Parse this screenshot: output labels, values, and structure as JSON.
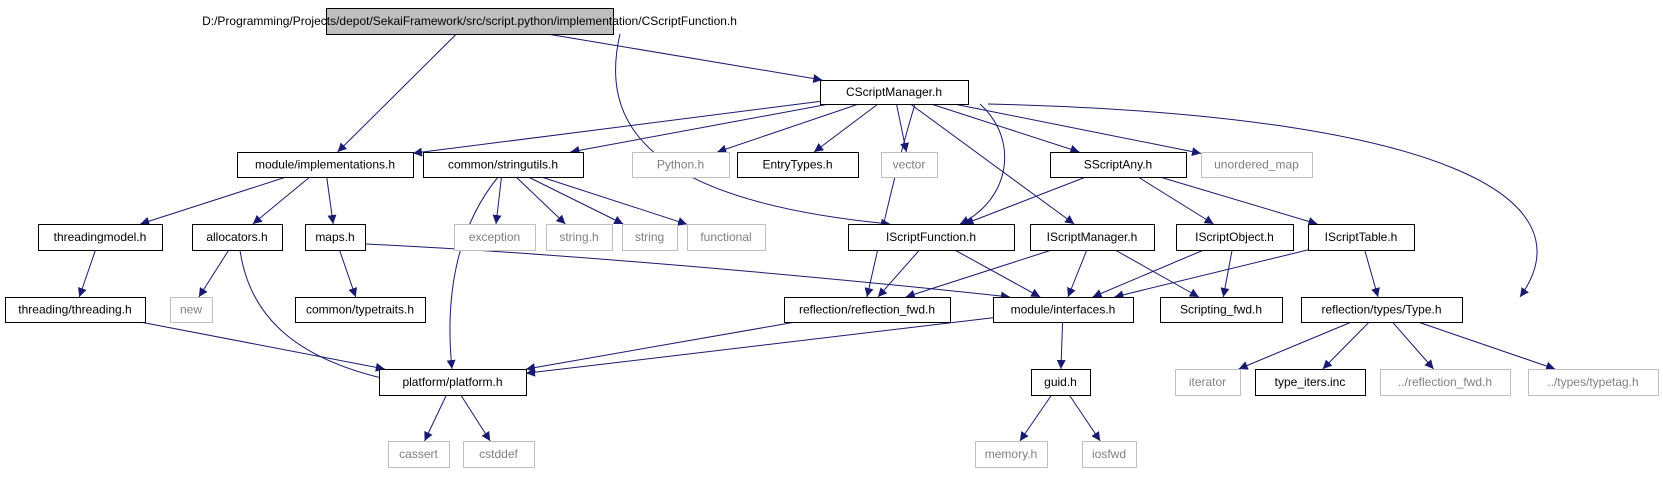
{
  "colors": {
    "edge": "#191970",
    "root_fill": "#bfbfbf",
    "local_border": "#000000",
    "external_border": "#bfbfbf",
    "external_text": "#808080"
  },
  "nodes": [
    {
      "id": "root",
      "label": "D:/Programming/Projects/depot/SekaiFramework/src/script.python/implementation/CScriptFunction.h",
      "kind": "root"
    },
    {
      "id": "cscriptmanager",
      "label": "CScriptManager.h",
      "kind": "local"
    },
    {
      "id": "module_impl",
      "label": "module/implementations.h",
      "kind": "local"
    },
    {
      "id": "stringutils",
      "label": "common/stringutils.h",
      "kind": "local"
    },
    {
      "id": "python",
      "label": "Python.h",
      "kind": "external"
    },
    {
      "id": "entrytypes",
      "label": "EntryTypes.h",
      "kind": "local"
    },
    {
      "id": "vector",
      "label": "vector",
      "kind": "external"
    },
    {
      "id": "sscriptany",
      "label": "SScriptAny.h",
      "kind": "local"
    },
    {
      "id": "unordered_map",
      "label": "unordered_map",
      "kind": "external"
    },
    {
      "id": "threadingmodel",
      "label": "threadingmodel.h",
      "kind": "local"
    },
    {
      "id": "allocators",
      "label": "allocators.h",
      "kind": "local"
    },
    {
      "id": "maps",
      "label": "maps.h",
      "kind": "local"
    },
    {
      "id": "exception",
      "label": "exception",
      "kind": "external"
    },
    {
      "id": "string_h",
      "label": "string.h",
      "kind": "external"
    },
    {
      "id": "string",
      "label": "string",
      "kind": "external"
    },
    {
      "id": "functional",
      "label": "functional",
      "kind": "external"
    },
    {
      "id": "iscriptfunction",
      "label": "IScriptFunction.h",
      "kind": "local"
    },
    {
      "id": "iscriptmanager",
      "label": "IScriptManager.h",
      "kind": "local"
    },
    {
      "id": "iscriptobject",
      "label": "IScriptObject.h",
      "kind": "local"
    },
    {
      "id": "iscripttable",
      "label": "IScriptTable.h",
      "kind": "local"
    },
    {
      "id": "threading",
      "label": "threading/threading.h",
      "kind": "local"
    },
    {
      "id": "new",
      "label": "new",
      "kind": "external"
    },
    {
      "id": "typetraits",
      "label": "common/typetraits.h",
      "kind": "local"
    },
    {
      "id": "reflection_fwd",
      "label": "reflection/reflection_fwd.h",
      "kind": "local"
    },
    {
      "id": "interfaces",
      "label": "module/interfaces.h",
      "kind": "local"
    },
    {
      "id": "scripting_fwd",
      "label": "Scripting_fwd.h",
      "kind": "local"
    },
    {
      "id": "type_h",
      "label": "reflection/types/Type.h",
      "kind": "local"
    },
    {
      "id": "platform",
      "label": "platform/platform.h",
      "kind": "local"
    },
    {
      "id": "guid",
      "label": "guid.h",
      "kind": "local"
    },
    {
      "id": "iterator",
      "label": "iterator",
      "kind": "external"
    },
    {
      "id": "type_iters",
      "label": "type_iters.inc",
      "kind": "local"
    },
    {
      "id": "rel_reflection_fwd",
      "label": "../reflection_fwd.h",
      "kind": "external"
    },
    {
      "id": "typetag",
      "label": "../types/typetag.h",
      "kind": "external"
    },
    {
      "id": "cassert",
      "label": "cassert",
      "kind": "external"
    },
    {
      "id": "cstddef",
      "label": "cstddef",
      "kind": "external"
    },
    {
      "id": "memory_h",
      "label": "memory.h",
      "kind": "external"
    },
    {
      "id": "iosfwd",
      "label": "iosfwd",
      "kind": "external"
    }
  ],
  "edges": [
    [
      "root",
      "module_impl"
    ],
    [
      "root",
      "cscriptmanager"
    ],
    [
      "root",
      "iscriptfunction"
    ],
    [
      "cscriptmanager",
      "module_impl"
    ],
    [
      "cscriptmanager",
      "stringutils"
    ],
    [
      "cscriptmanager",
      "python"
    ],
    [
      "cscriptmanager",
      "entrytypes"
    ],
    [
      "cscriptmanager",
      "vector"
    ],
    [
      "cscriptmanager",
      "sscriptany"
    ],
    [
      "cscriptmanager",
      "unordered_map"
    ],
    [
      "cscriptmanager",
      "iscriptfunction"
    ],
    [
      "cscriptmanager",
      "iscriptmanager"
    ],
    [
      "cscriptmanager",
      "reflection_fwd"
    ],
    [
      "cscriptmanager",
      "type_h"
    ],
    [
      "module_impl",
      "threadingmodel"
    ],
    [
      "module_impl",
      "allocators"
    ],
    [
      "module_impl",
      "maps"
    ],
    [
      "stringutils",
      "exception"
    ],
    [
      "stringutils",
      "string_h"
    ],
    [
      "stringutils",
      "string"
    ],
    [
      "stringutils",
      "functional"
    ],
    [
      "stringutils",
      "platform"
    ],
    [
      "sscriptany",
      "iscriptfunction"
    ],
    [
      "sscriptany",
      "iscriptobject"
    ],
    [
      "sscriptany",
      "iscripttable"
    ],
    [
      "threadingmodel",
      "threading"
    ],
    [
      "threading",
      "platform"
    ],
    [
      "allocators",
      "new"
    ],
    [
      "allocators",
      "platform"
    ],
    [
      "maps",
      "typetraits"
    ],
    [
      "maps",
      "interfaces"
    ],
    [
      "iscriptfunction",
      "reflection_fwd"
    ],
    [
      "iscriptfunction",
      "interfaces"
    ],
    [
      "iscriptmanager",
      "reflection_fwd"
    ],
    [
      "iscriptmanager",
      "interfaces"
    ],
    [
      "iscriptmanager",
      "scripting_fwd"
    ],
    [
      "iscriptobject",
      "interfaces"
    ],
    [
      "iscriptobject",
      "scripting_fwd"
    ],
    [
      "iscripttable",
      "interfaces"
    ],
    [
      "iscripttable",
      "type_h"
    ],
    [
      "reflection_fwd",
      "platform"
    ],
    [
      "interfaces",
      "platform"
    ],
    [
      "interfaces",
      "guid"
    ],
    [
      "guid",
      "memory_h"
    ],
    [
      "guid",
      "iosfwd"
    ],
    [
      "type_h",
      "iterator"
    ],
    [
      "type_h",
      "type_iters"
    ],
    [
      "type_h",
      "rel_reflection_fwd"
    ],
    [
      "type_h",
      "typetag"
    ],
    [
      "platform",
      "cassert"
    ],
    [
      "platform",
      "cstddef"
    ]
  ]
}
